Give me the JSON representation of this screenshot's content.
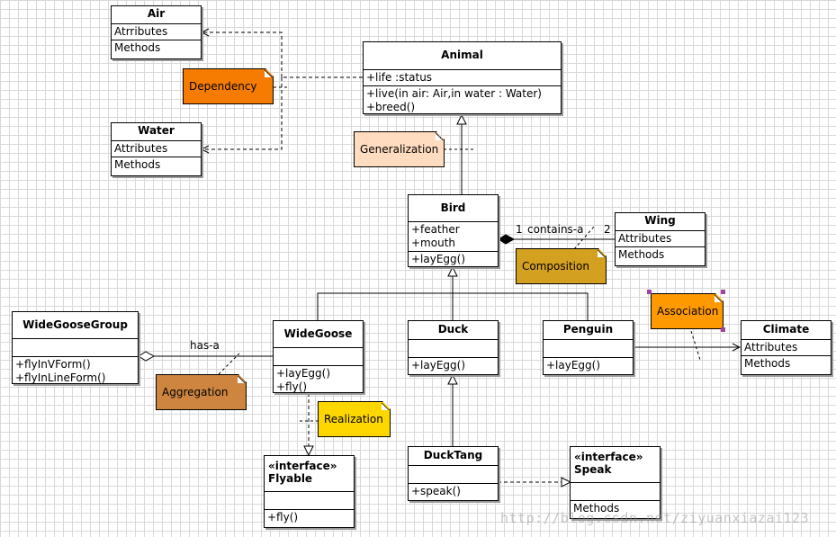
{
  "classes": {
    "air": {
      "name": "Air",
      "attributes": "Atrributes",
      "methods": "Methods"
    },
    "water": {
      "name": "Water",
      "attributes": "Attributes",
      "methods": "Methods"
    },
    "animal": {
      "name": "Animal",
      "attributes": [
        "+life :status"
      ],
      "methods": [
        "+live(in air: Air,in water : Water)",
        "+breed()"
      ]
    },
    "bird": {
      "name": "Bird",
      "attributes": [
        "+feather",
        "+mouth"
      ],
      "methods": [
        "+layEgg()"
      ]
    },
    "wing": {
      "name": "Wing",
      "attributes": "Attributes",
      "methods": "Methods"
    },
    "wide_goose_group": {
      "name": "WideGooseGroup",
      "methods": [
        "+flyInVForm()",
        "+flyInLineForm()"
      ]
    },
    "wide_goose": {
      "name": "WideGoose",
      "methods": [
        "+layEgg()",
        "+fly()"
      ]
    },
    "duck": {
      "name": "Duck",
      "methods": [
        "+layEgg()"
      ]
    },
    "penguin": {
      "name": "Penguin",
      "methods": [
        "+layEgg()"
      ]
    },
    "climate": {
      "name": "Climate",
      "attributes": "Attributes",
      "methods": "Methods"
    },
    "flyable": {
      "stereotype": "«interface»",
      "name": "Flyable",
      "methods": [
        "+fly()"
      ]
    },
    "duck_tang": {
      "name": "DuckTang",
      "methods": [
        "+speak()"
      ]
    },
    "speak": {
      "stereotype": "«interface»",
      "name": "Speak",
      "methods": "Methods"
    }
  },
  "notes": {
    "dependency": "Dependency",
    "generalization": "Generalization",
    "composition": "Composition",
    "association": "Association",
    "aggregation": "Aggregation",
    "realization": "Realization"
  },
  "labels": {
    "contains_a": "contains-a",
    "bird_mult": "1",
    "wing_mult": "2",
    "has_a": "has-a"
  },
  "colors": {
    "dependency_note": "#f57c00",
    "generalization_note": "#ffdcc0",
    "composition_note": "#d4a020",
    "association_note": "#ff9900",
    "aggregation_note": "#cd853f",
    "realization_note": "#ffd700"
  },
  "watermark": "http://blog.csdn.net/ziyuanxiazai123"
}
